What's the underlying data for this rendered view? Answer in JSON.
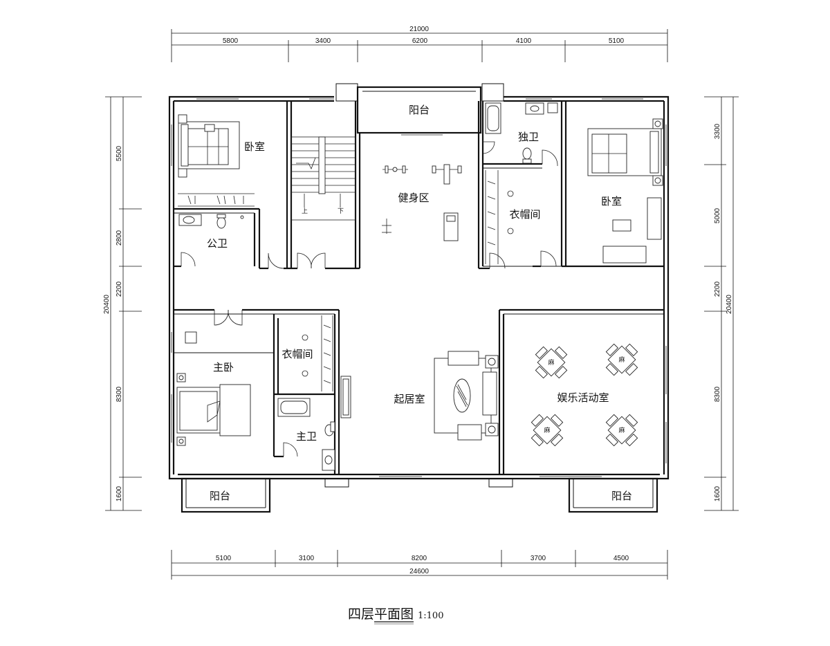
{
  "title": "四层平面图",
  "scale": "1:100",
  "top_dims": {
    "total": "21000",
    "segments": [
      "5800",
      "3400",
      "6200",
      "4100",
      "5100"
    ]
  },
  "bottom_dims": {
    "total": "24600",
    "segments": [
      "5100",
      "3100",
      "8200",
      "3700",
      "4500"
    ]
  },
  "left_dims": {
    "total": "20400",
    "segments": [
      "5500",
      "2800",
      "2200",
      "8300",
      "1600"
    ]
  },
  "right_dims": {
    "total": "20400",
    "segments": [
      "3300",
      "5000",
      "2200",
      "8300",
      "1600"
    ]
  },
  "rooms": {
    "balcony_top": "阳台",
    "bedroom_nw": "卧室",
    "public_bath": "公卫",
    "stair_up": "上",
    "stair_down": "下",
    "gym": "健身区",
    "private_bath": "独卫",
    "closet_ne": "衣帽间",
    "bedroom_ne": "卧室",
    "master_bedroom": "主卧",
    "closet_sw": "衣帽间",
    "master_bath": "主卫",
    "living_room": "起居室",
    "entertainment": "娱乐活动室",
    "balcony_sw": "阳台",
    "balcony_se": "阳台",
    "mahjong_glyph": "麻"
  }
}
